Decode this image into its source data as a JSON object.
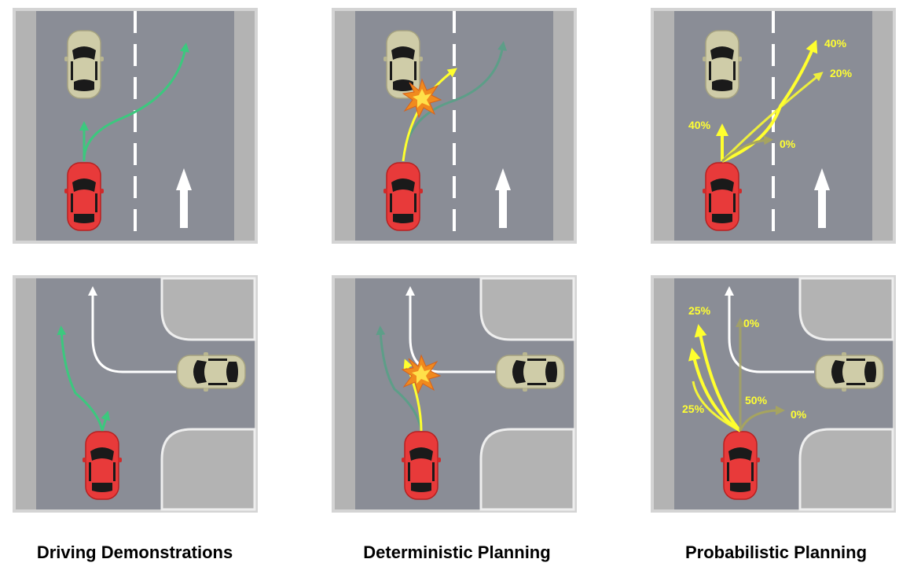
{
  "columns": [
    {
      "title": "Driving Demonstrations"
    },
    {
      "title": "Deterministic Planning"
    },
    {
      "title": "Probabilistic Planning"
    }
  ],
  "probabilistic_highway": {
    "labels": [
      "40%",
      "20%",
      "40%",
      "0%"
    ]
  },
  "probabilistic_intersection": {
    "labels": [
      "25%",
      "0%",
      "25%",
      "50%",
      "0%"
    ]
  },
  "colors": {
    "road": "#8a8d96",
    "sidewalk": "#b3b3b3",
    "frame": "#d4d4d4",
    "ego_car": "#e83a3a",
    "other_car": "#cfcca8",
    "demo_path": "#3cc87e",
    "plan_path": "#ffff2e",
    "label": "#ffff33"
  }
}
